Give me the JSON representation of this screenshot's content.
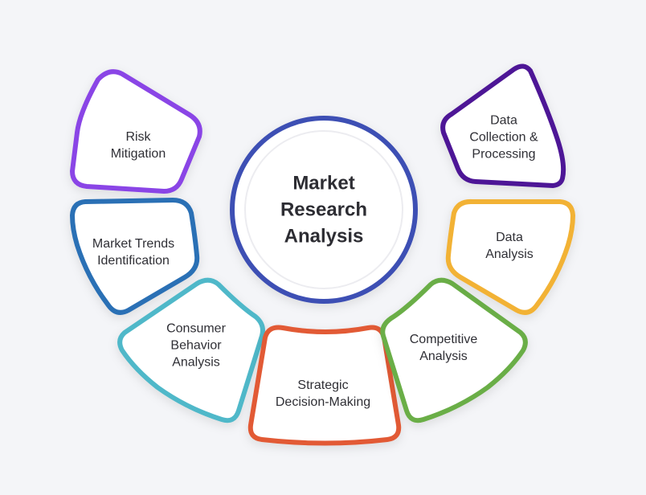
{
  "center": {
    "title": "Market\nResearch\nAnalysis",
    "ring_color": "#3e4fb4"
  },
  "segments": [
    {
      "id": "risk",
      "label": "Risk\nMitigation",
      "color": "#8a45e6"
    },
    {
      "id": "trends",
      "label": "Market Trends\nIdentification",
      "color": "#2c6fb5"
    },
    {
      "id": "consumer",
      "label": "Consumer\nBehavior\nAnalysis",
      "color": "#4fb8c9"
    },
    {
      "id": "strategic",
      "label": "Strategic\nDecision-Making",
      "color": "#e25a35"
    },
    {
      "id": "competitive",
      "label": "Competitive\nAnalysis",
      "color": "#6aae47"
    },
    {
      "id": "data-analysis",
      "label": "Data\nAnalysis",
      "color": "#f2b234"
    },
    {
      "id": "data-collection",
      "label": "Data\nCollection &\nProcessing",
      "color": "#4e1596"
    }
  ]
}
